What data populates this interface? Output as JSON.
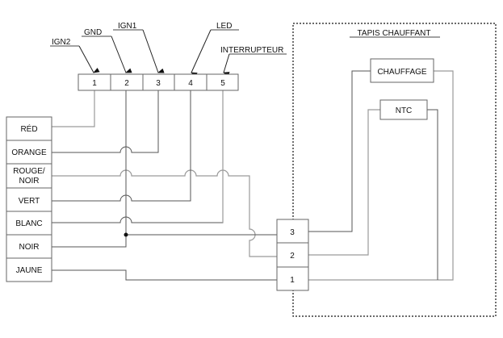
{
  "diagram": {
    "top_connector": {
      "pins": [
        "1",
        "2",
        "3",
        "4",
        "5"
      ],
      "labels": {
        "ign2": "IGN2",
        "gnd": "GND",
        "ign1": "IGN1",
        "led": "LED",
        "interrupteur": "INTERRUPTEUR"
      }
    },
    "wires": {
      "red": "RÉD",
      "orange": "ORANGE",
      "rouge_noir_1": "ROUGE/",
      "rouge_noir_2": "NOIR",
      "vert": "VERT",
      "blanc": "BLANC",
      "noir": "NOIR",
      "jaune": "JAUNE"
    },
    "heating_mat": {
      "title": "TAPIS CHAUFFANT",
      "heater": "CHAUFFAGE",
      "sensor": "NTC",
      "pins": [
        "3",
        "2",
        "1"
      ]
    }
  }
}
